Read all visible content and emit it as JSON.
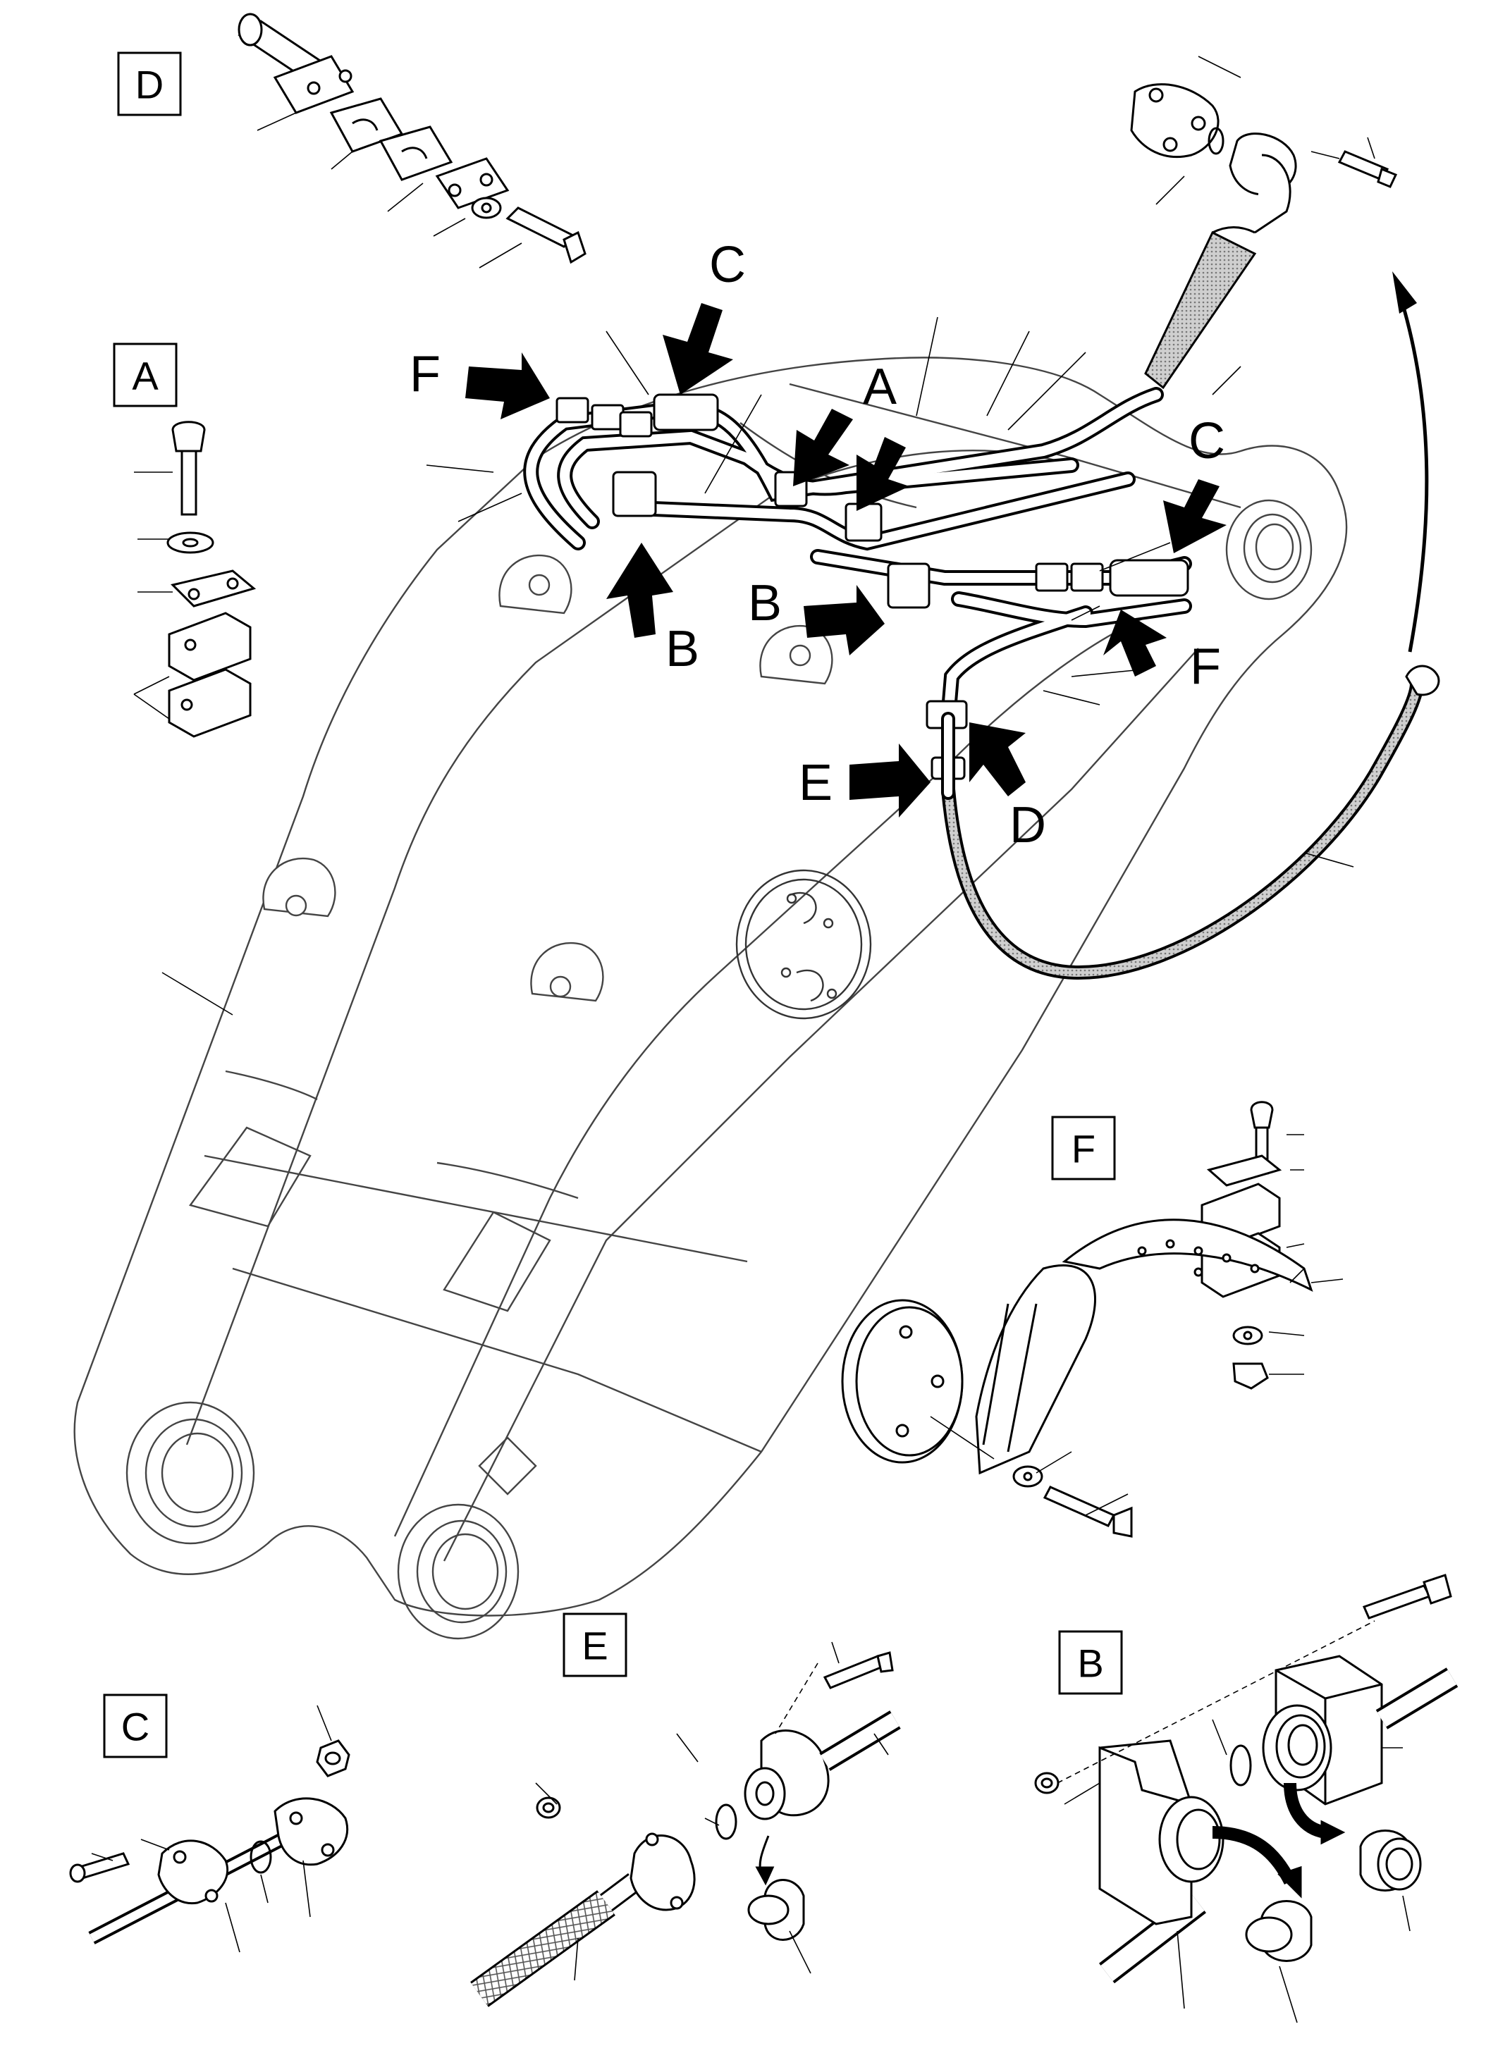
{
  "detail_boxes": [
    {
      "id": "box-d",
      "label": "D"
    },
    {
      "id": "box-a",
      "label": "A"
    },
    {
      "id": "box-f",
      "label": "F"
    },
    {
      "id": "box-c",
      "label": "C"
    },
    {
      "id": "box-e",
      "label": "E"
    },
    {
      "id": "box-b",
      "label": "B"
    }
  ],
  "callouts": [
    {
      "id": "c-top",
      "label": "C"
    },
    {
      "id": "f-left",
      "label": "F"
    },
    {
      "id": "a-mid",
      "label": "A"
    },
    {
      "id": "b-left",
      "label": "B"
    },
    {
      "id": "b-right",
      "label": "B"
    },
    {
      "id": "c-right",
      "label": "C"
    },
    {
      "id": "f-right",
      "label": "F"
    },
    {
      "id": "e-mid",
      "label": "E"
    },
    {
      "id": "d-mid",
      "label": "D"
    }
  ],
  "colors": {
    "line": "#000000",
    "background": "#ffffff",
    "hose_shade": "#9a9a9a"
  }
}
